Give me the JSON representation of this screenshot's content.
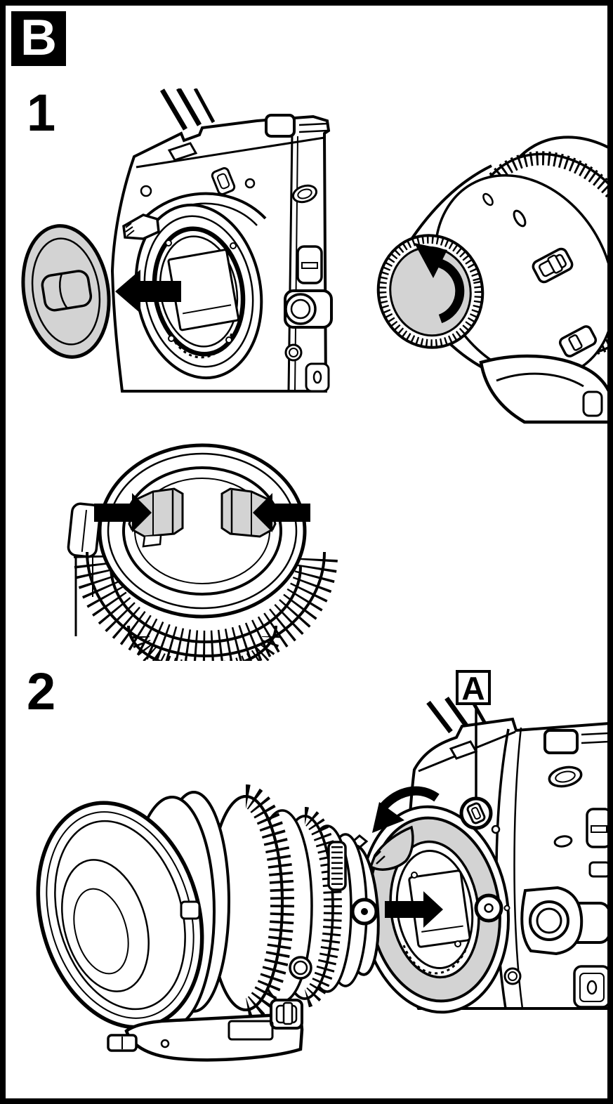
{
  "page": {
    "section_badge": "B"
  },
  "steps": [
    {
      "number": "1"
    },
    {
      "number": "2",
      "callout_label": "A"
    }
  ],
  "colors": {
    "ink": "#000000",
    "paper": "#ffffff",
    "shade_gray": "#d3d3d3"
  },
  "icons": {
    "remove_cap_arrow": "arrow-left",
    "unscrew_cap_arrow": "rotate-counterclockwise-arrow",
    "pinch_left_arrow": "arrow-right",
    "pinch_right_arrow": "arrow-left",
    "mount_rotate_arrow": "rotate-counterclockwise-arrow",
    "attach_lens_arrow": "arrow-right"
  }
}
